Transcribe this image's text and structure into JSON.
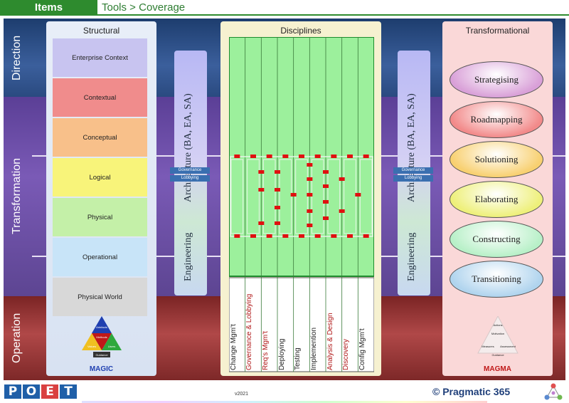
{
  "header": {
    "tab_label": "Items",
    "breadcrumb": "Tools > Coverage"
  },
  "bands": {
    "direction": "Direction",
    "transformation": "Transformation",
    "operation": "Operation"
  },
  "structural": {
    "title": "Structural",
    "layers": [
      {
        "label": "Enterprise Context",
        "color": "#c8c4f0"
      },
      {
        "label": "Contextual",
        "color": "#f08c8c"
      },
      {
        "label": "Conceptual",
        "color": "#f8c08a"
      },
      {
        "label": "Logical",
        "color": "#f8f47a"
      },
      {
        "label": "Physical",
        "color": "#c4f0a8"
      },
      {
        "label": "Operational",
        "color": "#c8e4f8"
      },
      {
        "label": "Physical World",
        "color": "#d8d8d8"
      }
    ],
    "triangle": [
      "Artefacts",
      "Methods",
      "Values",
      "Users",
      "Guidance"
    ],
    "logo": "MAGIC"
  },
  "left_arch": {
    "top": "Architecture (BA, EA, SA)",
    "bottom": "Engineering",
    "badge_top": "Governance",
    "badge_bottom": "Lobbying"
  },
  "right_arch": {
    "top": "Architecture (BA, EA, SA)",
    "bottom": "Engineering",
    "badge_top": "Governance",
    "badge_bottom": "Lobbying"
  },
  "disciplines": {
    "title": "Disciplines",
    "columns": [
      {
        "label": "Change Mgm't",
        "color": "#222222"
      },
      {
        "label": "Governance & Lobbying",
        "color": "#b01818"
      },
      {
        "label": "Req's Mgm't",
        "color": "#b01818"
      },
      {
        "label": "Deploying",
        "color": "#222222"
      },
      {
        "label": "Testing",
        "color": "#222222"
      },
      {
        "label": "Implemention",
        "color": "#222222"
      },
      {
        "label": "Analysis & Design",
        "color": "#b01818"
      },
      {
        "label": "Discovery",
        "color": "#b01818"
      },
      {
        "label": "Config Mgm't",
        "color": "#222222"
      }
    ]
  },
  "transformational": {
    "title": "Transformational",
    "stages": [
      {
        "label": "Strategising",
        "color": "#d9a0d8"
      },
      {
        "label": "Roadmapping",
        "color": "#f28a8a"
      },
      {
        "label": "Solutioning",
        "color": "#f8d070"
      },
      {
        "label": "Elaborating",
        "color": "#eef07a"
      },
      {
        "label": "Constructing",
        "color": "#b8f0c8"
      },
      {
        "label": "Transitioning",
        "color": "#b0d4ee"
      }
    ],
    "triangle": [
      "Actions",
      "Motivation",
      "Measures",
      "Assessment",
      "Guidance"
    ],
    "logo": "MAGMA"
  },
  "footer": {
    "logo": "POET",
    "version": "v2021",
    "brand": "© Pragmatic 365"
  },
  "colors": {
    "accent_green": "#2e8b2e",
    "connector_red": "#e01010",
    "poet_blue": "#1f5fa8"
  }
}
